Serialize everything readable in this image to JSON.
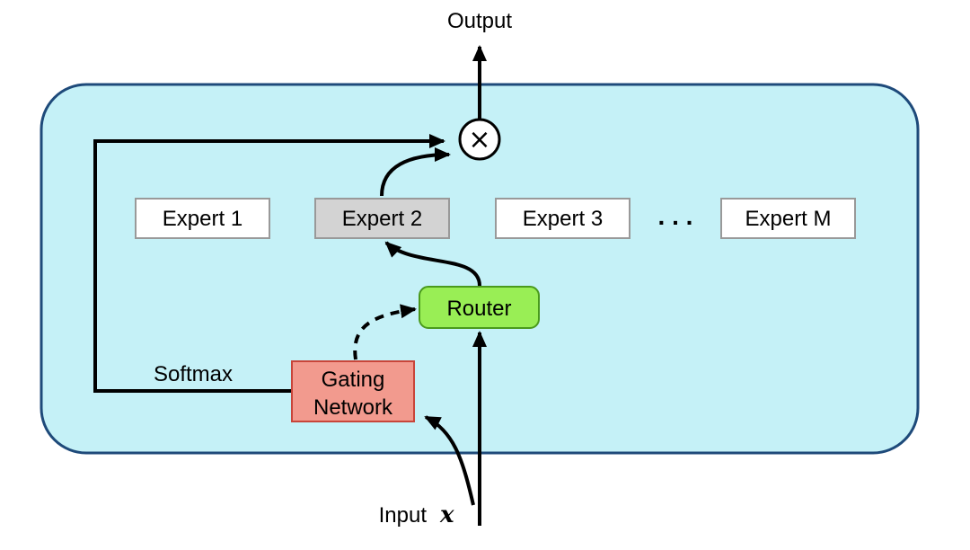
{
  "diagram": {
    "output_label": "Output",
    "input_label": "Input",
    "input_var": "x",
    "softmax_label": "Softmax",
    "router_label": "Router",
    "gating_line1": "Gating",
    "gating_line2": "Network",
    "multiply_symbol": "×",
    "ellipsis": ". . .",
    "experts": [
      {
        "label": "Expert 1",
        "selected": false
      },
      {
        "label": "Expert 2",
        "selected": true
      },
      {
        "label": "Expert 3",
        "selected": false
      },
      {
        "label": "Expert M",
        "selected": false
      }
    ]
  },
  "colors": {
    "container_fill": "#c5f1f7",
    "container_stroke": "#1e4a7a",
    "router_fill": "#99ee55",
    "router_stroke": "#4a9a1c",
    "gating_fill": "#f29a8e",
    "gating_stroke": "#c8453a",
    "expert_selected_fill": "#d3d3d3",
    "expert_fill": "#ffffff",
    "expert_stroke": "#999999"
  }
}
